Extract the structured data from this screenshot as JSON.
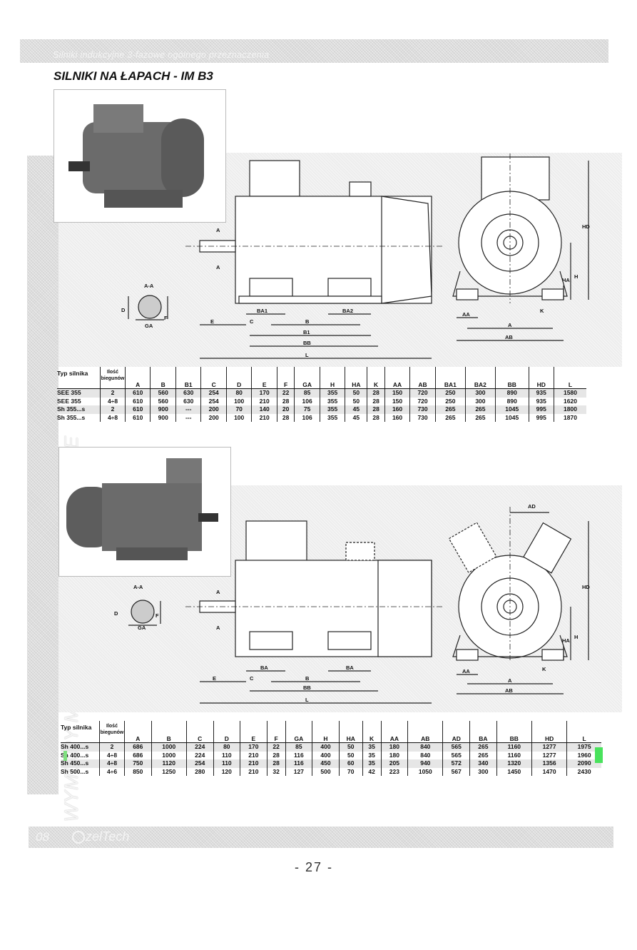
{
  "header": {
    "band_text": "Silniki indukcyjne 3-fazowe ogólnego przeznaczenia",
    "title": "SILNIKI NA ŁAPACH - IM B3"
  },
  "side_label": "WYMIARY MONTAŻOWE I GABARYTOWE",
  "diagram1": {
    "section_label": "A-A",
    "shaft_marks": [
      "A",
      "A"
    ],
    "dims": [
      "D",
      "F",
      "GA",
      "E",
      "BA1",
      "C",
      "B",
      "BA2",
      "B1",
      "BB",
      "L",
      "AA",
      "A",
      "K",
      "AB",
      "H",
      "HA",
      "HD"
    ]
  },
  "diagram2": {
    "section_label": "A-A",
    "shaft_marks": [
      "A",
      "A"
    ],
    "dims": [
      "D",
      "F",
      "GA",
      "E",
      "BA",
      "C",
      "B",
      "BA",
      "BB",
      "L",
      "AA",
      "A",
      "K",
      "AB",
      "AD",
      "H",
      "HA",
      "HD"
    ]
  },
  "table1": {
    "headers": [
      "Typ silnika",
      "Ilość biegunów",
      "A",
      "B",
      "B1",
      "C",
      "D",
      "E",
      "F",
      "GA",
      "H",
      "HA",
      "K",
      "AA",
      "AB",
      "BA1",
      "BA2",
      "BB",
      "HD",
      "L"
    ],
    "rows": [
      [
        "SEE 355",
        "2",
        "610",
        "560",
        "630",
        "254",
        "80",
        "170",
        "22",
        "85",
        "355",
        "50",
        "28",
        "150",
        "720",
        "250",
        "300",
        "890",
        "935",
        "1580"
      ],
      [
        "SEE 355",
        "4÷8",
        "610",
        "560",
        "630",
        "254",
        "100",
        "210",
        "28",
        "106",
        "355",
        "50",
        "28",
        "150",
        "720",
        "250",
        "300",
        "890",
        "935",
        "1620"
      ],
      [
        "Sh 355...s",
        "2",
        "610",
        "900",
        "---",
        "200",
        "70",
        "140",
        "20",
        "75",
        "355",
        "45",
        "28",
        "160",
        "730",
        "265",
        "265",
        "1045",
        "995",
        "1800"
      ],
      [
        "Sh 355...s",
        "4÷8",
        "610",
        "900",
        "---",
        "200",
        "100",
        "210",
        "28",
        "106",
        "355",
        "45",
        "28",
        "160",
        "730",
        "265",
        "265",
        "1045",
        "995",
        "1870"
      ]
    ]
  },
  "table2": {
    "headers": [
      "Typ silnika",
      "Ilość biegunów",
      "A",
      "B",
      "C",
      "D",
      "E",
      "F",
      "GA",
      "H",
      "HA",
      "K",
      "AA",
      "AB",
      "AD",
      "BA",
      "BB",
      "HD",
      "L"
    ],
    "rows": [
      [
        "Sh 400...s",
        "2",
        "686",
        "1000",
        "224",
        "80",
        "170",
        "22",
        "85",
        "400",
        "50",
        "35",
        "180",
        "840",
        "565",
        "265",
        "1160",
        "1277",
        "1975"
      ],
      [
        "Sh 400...s",
        "4÷8",
        "686",
        "1000",
        "224",
        "110",
        "210",
        "28",
        "116",
        "400",
        "50",
        "35",
        "180",
        "840",
        "565",
        "265",
        "1160",
        "1277",
        "1960"
      ],
      [
        "Sh 450...s",
        "4÷8",
        "750",
        "1120",
        "254",
        "110",
        "210",
        "28",
        "116",
        "450",
        "60",
        "35",
        "205",
        "940",
        "572",
        "340",
        "1320",
        "1356",
        "2090"
      ],
      [
        "Sh 500...s",
        "4÷6",
        "850",
        "1250",
        "280",
        "120",
        "210",
        "32",
        "127",
        "500",
        "70",
        "42",
        "223",
        "1050",
        "567",
        "300",
        "1450",
        "1470",
        "2430"
      ]
    ]
  },
  "footer": {
    "section_number": "08",
    "brand": "zelTech",
    "page_number": "- 27 -"
  },
  "colors": {
    "band_gray": "#dcdcdc",
    "band_text": "#f4f4f4",
    "highlighter": "#49e25c"
  }
}
